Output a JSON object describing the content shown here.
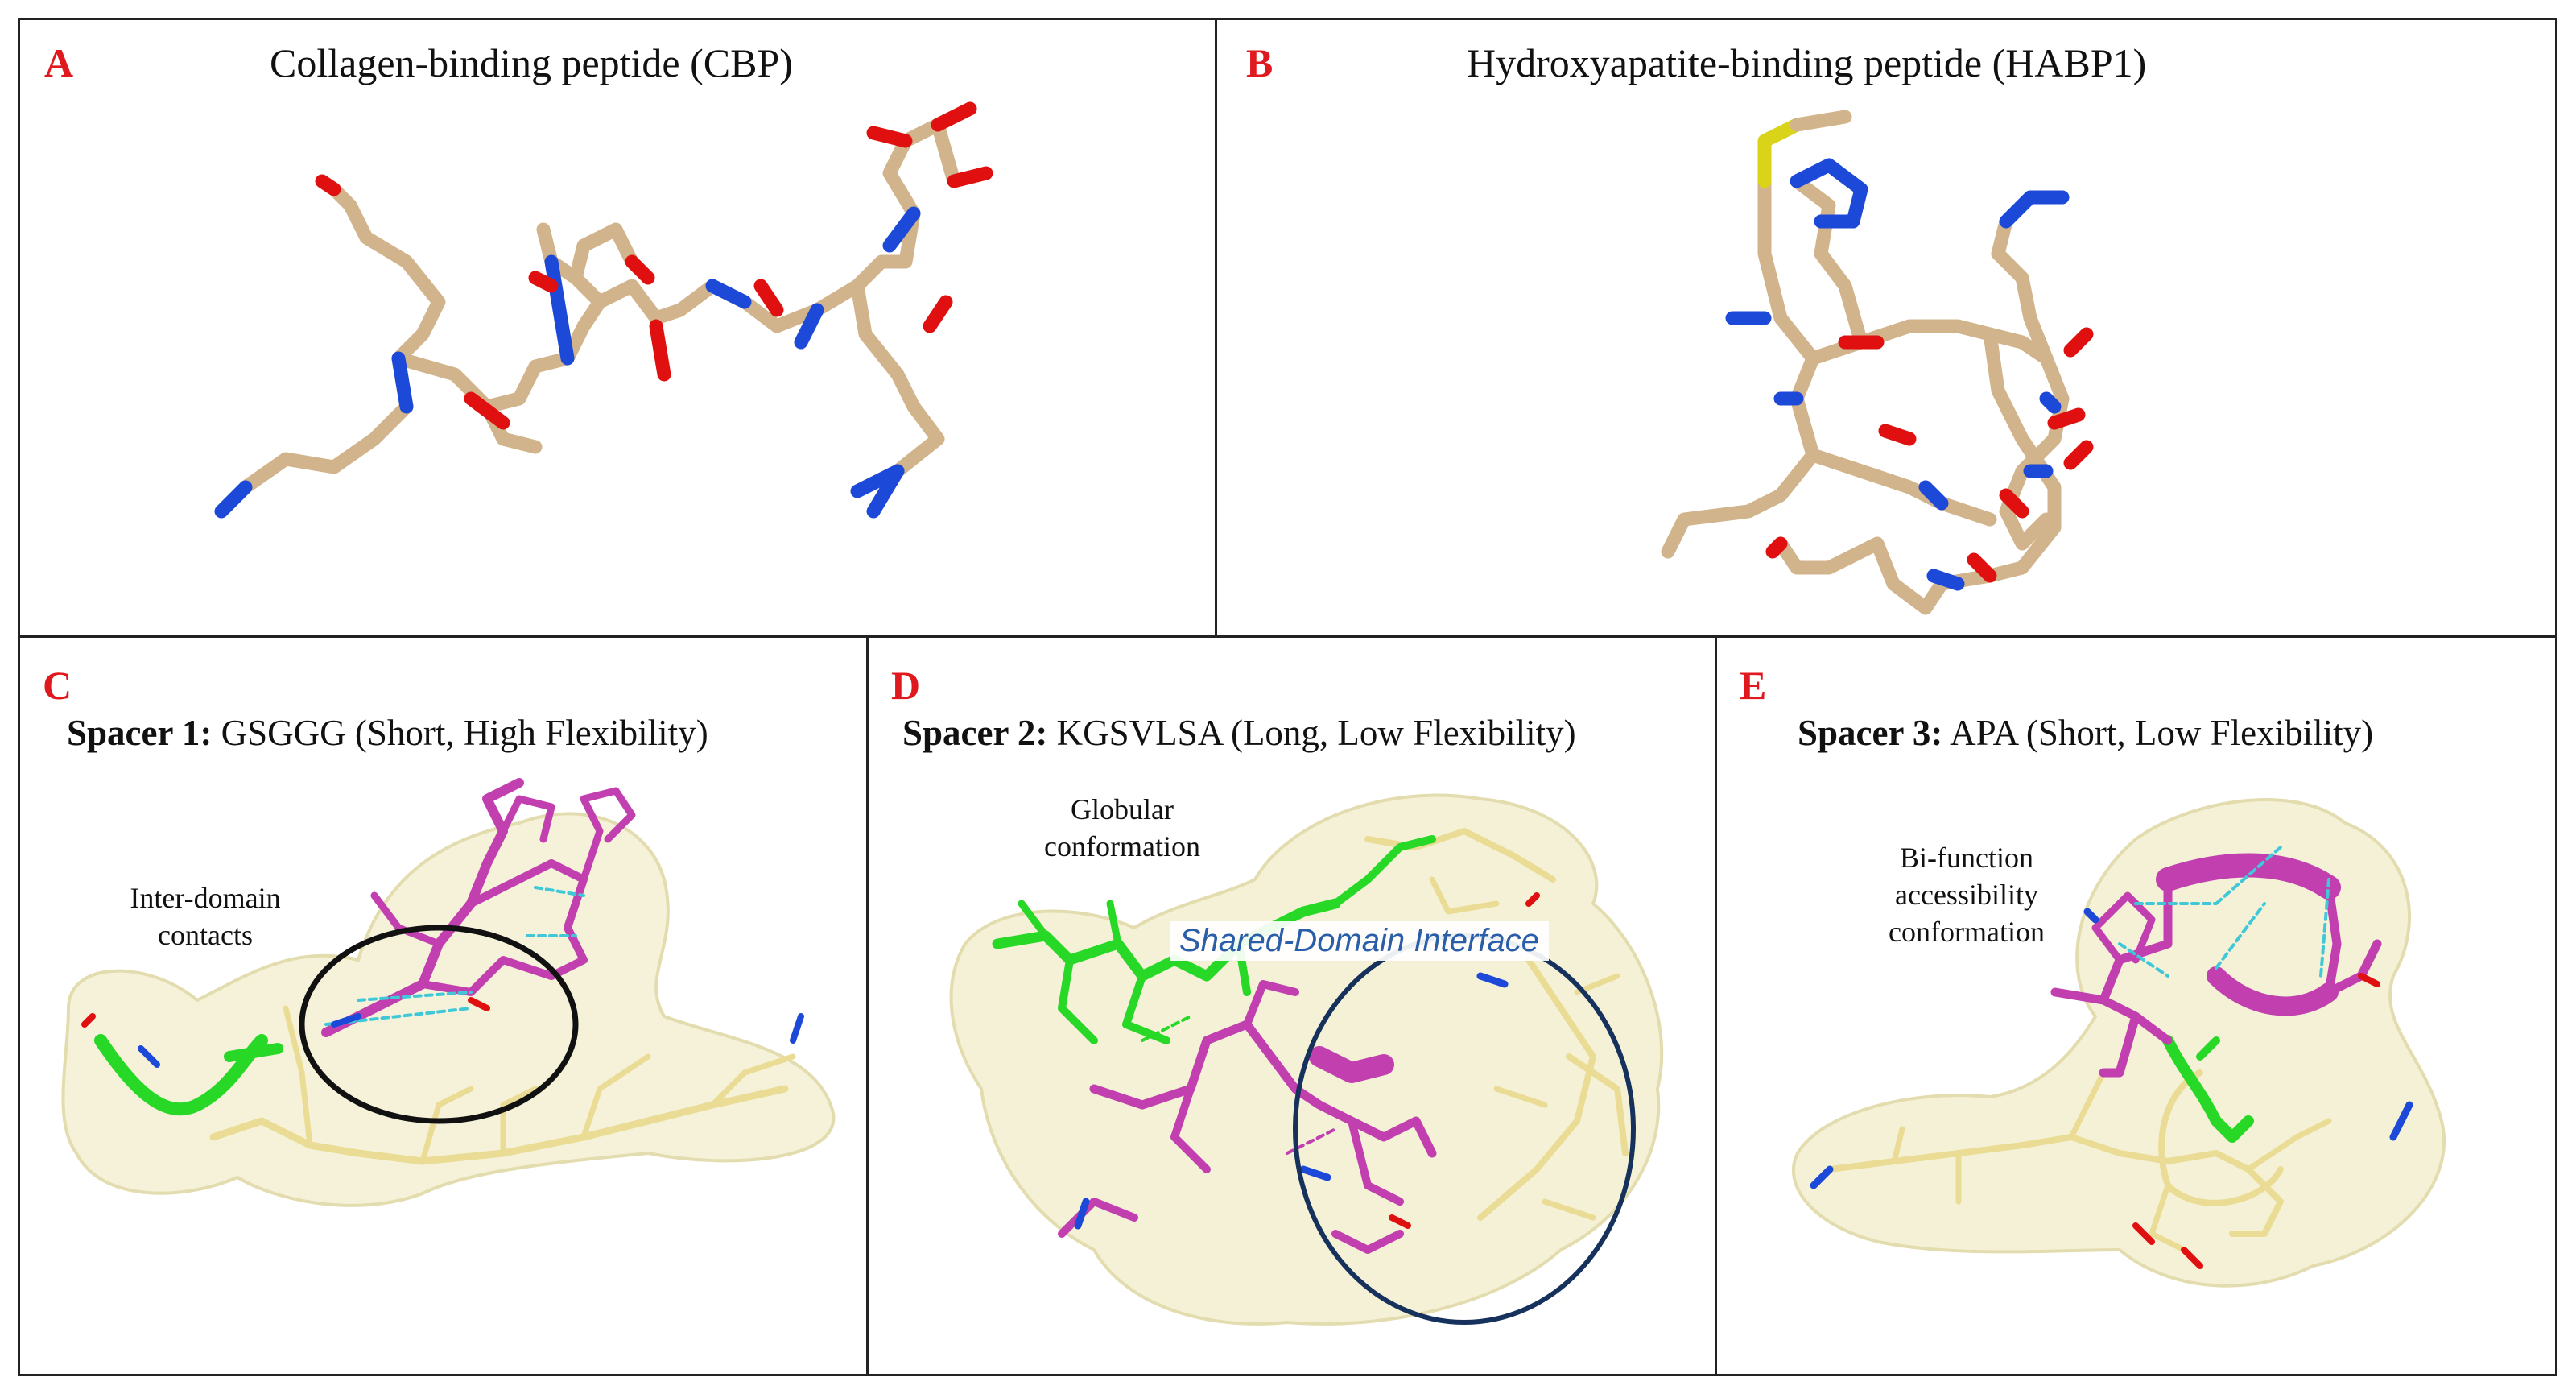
{
  "colors": {
    "carbon": "#d2b48c",
    "nitrogen": "#1c49d8",
    "oxygen": "#e01010",
    "sulfur": "#d9d31a",
    "spacer": "#27d827",
    "habp": "#c23fb0",
    "cbp": "#eadc94",
    "surface": "#f3efd0",
    "panel_letter": "#e0191e",
    "interface_label": "#2a5ea8"
  },
  "panels": {
    "a": {
      "letter": "A",
      "title": "Collagen-binding peptide (CBP)"
    },
    "b": {
      "letter": "B",
      "title": "Hydroxyapatite-binding peptide (HABP1)"
    },
    "c": {
      "letter": "C",
      "title_bold": "Spacer 1:",
      "title_rest": " GSGGG (Short, High Flexibility)",
      "annotation_line1": "Inter-domain",
      "annotation_line2": "contacts"
    },
    "d": {
      "letter": "D",
      "title_bold": "Spacer 2:",
      "title_rest": " KGSVLSA (Long, Low Flexibility)",
      "annotation_line1": "Globular",
      "annotation_line2": "conformation",
      "interface_label": "Shared-Domain Interface"
    },
    "e": {
      "letter": "E",
      "title_bold": "Spacer 3:",
      "title_rest": " APA (Short, Low Flexibility)",
      "annotation_line1": "Bi-function",
      "annotation_line2": "accessibility",
      "annotation_line3": "conformation"
    }
  }
}
